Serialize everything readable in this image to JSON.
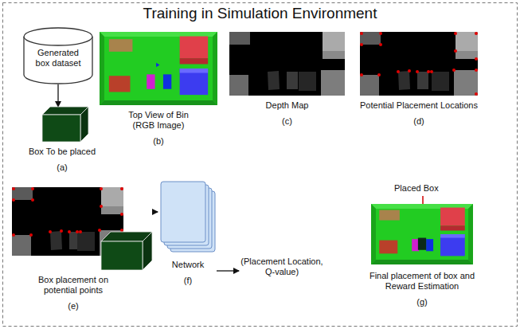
{
  "diagram": {
    "title": "Training in Simulation Environment",
    "nodes": [
      {
        "text": [
          "Generated box dataset"
        ]
      },
      {
        "text": [
          "Box To be placed",
          "(a)"
        ]
      },
      {
        "text": [
          "Top View of Bin (RGB Image)",
          "(b)"
        ]
      },
      {
        "text": [
          "Depth Map",
          "(c)"
        ]
      },
      {
        "text": [
          "Potential Placement Locations",
          "(d)"
        ]
      },
      {
        "text": [
          "Box placement on potential points",
          "(e)"
        ]
      },
      {
        "text": [
          "Network",
          "(f)"
        ]
      },
      {
        "text": [
          "(Placement Location, Q-value)"
        ]
      },
      {
        "text": [
          "Final placement of box and Reward Estimation",
          "(g)"
        ]
      }
    ],
    "edges": [
      {
        "from": 0,
        "to": 1,
        "arrow": "to"
      },
      {
        "from": 5,
        "to": 6,
        "arrow": "to"
      },
      {
        "from": 6,
        "to": 7,
        "arrow": "to"
      }
    ],
    "labels": [
      "Placed Box"
    ]
  }
}
